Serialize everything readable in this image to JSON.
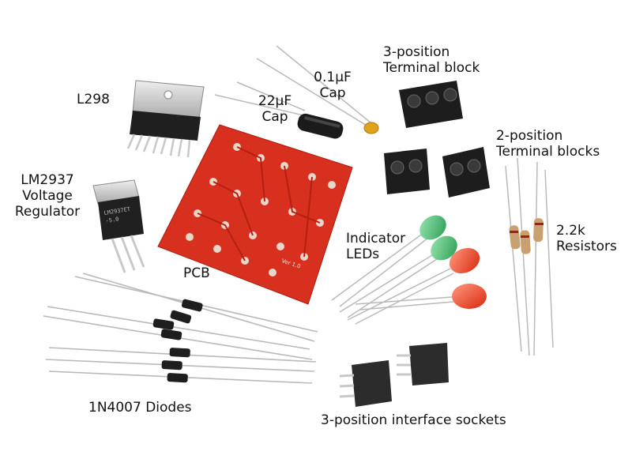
{
  "labels": {
    "l298": "L298",
    "lm2937": [
      "LM2937",
      "Voltage",
      "Regulator"
    ],
    "cap_22": [
      "22µF",
      "Cap"
    ],
    "cap_01": [
      "0.1µF",
      "Cap"
    ],
    "terminal_3": [
      "3-position",
      "Terminal block"
    ],
    "terminal_2": [
      "2-position",
      "Terminal blocks"
    ],
    "pcb": "PCB",
    "leds": [
      "Indicator",
      "LEDs"
    ],
    "resistors": [
      "2.2k",
      "Resistors"
    ],
    "diodes": "1N4007 Diodes",
    "sockets": "3-position interface sockets"
  },
  "markings": {
    "regulator": [
      "LM2937ET",
      "-5.0"
    ],
    "pcb_corner": "Ver 1.0"
  },
  "colors": {
    "pcb_red": "#d8301f",
    "pcb_pad": "#e8d6c8",
    "led_green": "#3fbf6a",
    "led_red": "#ef3b1c",
    "cap_body": "#1b1b1b",
    "ceramic_cap": "#e0a21a",
    "terminal_black": "#1d1d1d",
    "lead_silver": "#b9b9b9"
  }
}
